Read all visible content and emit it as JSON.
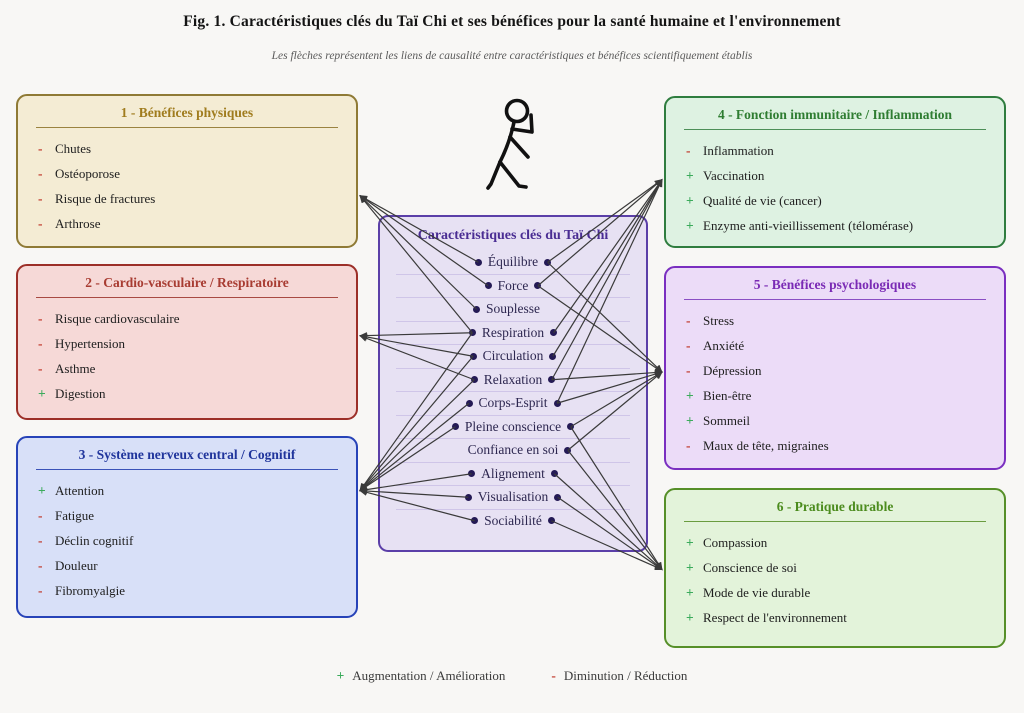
{
  "figure": {
    "title": "Fig. 1. Caractéristiques clés du Taï Chi et ses bénéfices pour la santé humaine et l'environnement",
    "subtitle": "Les flèches représentent les liens de causalité entre caractéristiques et bénéfices scientifiquement établis"
  },
  "central": {
    "title": "Caractéristiques clés du Taï Chi",
    "items": [
      {
        "id": "equilibre",
        "label": "Équilibre"
      },
      {
        "id": "force",
        "label": "Force"
      },
      {
        "id": "souplesse",
        "label": "Souplesse"
      },
      {
        "id": "respiration",
        "label": "Respiration"
      },
      {
        "id": "circulation",
        "label": "Circulation"
      },
      {
        "id": "relaxation",
        "label": "Relaxation"
      },
      {
        "id": "corps-esprit",
        "label": "Corps-Esprit"
      },
      {
        "id": "pleine-conscience",
        "label": "Pleine conscience"
      },
      {
        "id": "confiance",
        "label": "Confiance en soi"
      },
      {
        "id": "alignement",
        "label": "Alignement"
      },
      {
        "id": "visualisation",
        "label": "Visualisation"
      },
      {
        "id": "sociabilite",
        "label": "Sociabilité"
      }
    ]
  },
  "boxes": [
    {
      "id": "1",
      "title": "1 - Bénéfices physiques",
      "accent": "#a07c1e",
      "bg": "#f4ecd4",
      "border": "#8f7a35",
      "items": [
        {
          "sign": "-",
          "label": "Chutes"
        },
        {
          "sign": "-",
          "label": "Ostéoporose"
        },
        {
          "sign": "-",
          "label": "Risque de fractures"
        },
        {
          "sign": "-",
          "label": "Arthrose"
        }
      ]
    },
    {
      "id": "2",
      "title": "2 - Cardio-vasculaire / Respiratoire",
      "accent": "#a83c32",
      "bg": "#f6d9d7",
      "border": "#9c2f28",
      "items": [
        {
          "sign": "-",
          "label": "Risque cardiovasculaire"
        },
        {
          "sign": "-",
          "label": "Hypertension"
        },
        {
          "sign": "-",
          "label": "Asthme"
        },
        {
          "sign": "+",
          "label": "Digestion"
        }
      ]
    },
    {
      "id": "3",
      "title": "3 - Système nerveux central / Cognitif",
      "accent": "#20359c",
      "bg": "#d8e0f8",
      "border": "#2743b8",
      "items": [
        {
          "sign": "+",
          "label": "Attention"
        },
        {
          "sign": "-",
          "label": "Fatigue"
        },
        {
          "sign": "-",
          "label": "Déclin cognitif"
        },
        {
          "sign": "-",
          "label": "Douleur"
        },
        {
          "sign": "-",
          "label": "Fibromyalgie"
        }
      ]
    },
    {
      "id": "4",
      "title": "4 - Fonction immunitaire / Inflammation",
      "accent": "#2f7d32",
      "bg": "#def2e2",
      "border": "#2f7d3f",
      "items": [
        {
          "sign": "-",
          "label": "Inflammation"
        },
        {
          "sign": "+",
          "label": "Vaccination"
        },
        {
          "sign": "+",
          "label": "Qualité de vie (cancer)"
        },
        {
          "sign": "+",
          "label": "Enzyme anti-vieillissement (télomérase)"
        }
      ]
    },
    {
      "id": "5",
      "title": "5 - Bénéfices psychologiques",
      "accent": "#7a2bb5",
      "bg": "#ecdcf8",
      "border": "#7a2fc0",
      "items": [
        {
          "sign": "-",
          "label": "Stress"
        },
        {
          "sign": "-",
          "label": "Anxiété"
        },
        {
          "sign": "-",
          "label": "Dépression"
        },
        {
          "sign": "+",
          "label": "Bien-être"
        },
        {
          "sign": "+",
          "label": "Sommeil"
        },
        {
          "sign": "-",
          "label": "Maux de tête, migraines"
        }
      ]
    },
    {
      "id": "6",
      "title": "6 - Pratique durable",
      "accent": "#4c8c1e",
      "bg": "#e3f3da",
      "border": "#568f28",
      "items": [
        {
          "sign": "+",
          "label": "Compassion"
        },
        {
          "sign": "+",
          "label": "Conscience de soi"
        },
        {
          "sign": "+",
          "label": "Mode de vie durable"
        },
        {
          "sign": "+",
          "label": "Respect de l'environnement"
        }
      ]
    }
  ],
  "connections": [
    {
      "from": "equilibre",
      "to": "1"
    },
    {
      "from": "force",
      "to": "1"
    },
    {
      "from": "souplesse",
      "to": "1"
    },
    {
      "from": "respiration",
      "to": "1"
    },
    {
      "from": "respiration",
      "to": "2"
    },
    {
      "from": "circulation",
      "to": "2"
    },
    {
      "from": "relaxation",
      "to": "2"
    },
    {
      "from": "respiration",
      "to": "3"
    },
    {
      "from": "circulation",
      "to": "3"
    },
    {
      "from": "relaxation",
      "to": "3"
    },
    {
      "from": "corps-esprit",
      "to": "3"
    },
    {
      "from": "pleine-conscience",
      "to": "3"
    },
    {
      "from": "alignement",
      "to": "3"
    },
    {
      "from": "visualisation",
      "to": "3"
    },
    {
      "from": "sociabilite",
      "to": "3"
    },
    {
      "from": "equilibre",
      "to": "4"
    },
    {
      "from": "force",
      "to": "4"
    },
    {
      "from": "respiration",
      "to": "4"
    },
    {
      "from": "circulation",
      "to": "4"
    },
    {
      "from": "relaxation",
      "to": "4"
    },
    {
      "from": "corps-esprit",
      "to": "4"
    },
    {
      "from": "equilibre",
      "to": "5"
    },
    {
      "from": "force",
      "to": "5"
    },
    {
      "from": "relaxation",
      "to": "5"
    },
    {
      "from": "corps-esprit",
      "to": "5"
    },
    {
      "from": "pleine-conscience",
      "to": "5"
    },
    {
      "from": "confiance",
      "to": "5"
    },
    {
      "from": "pleine-conscience",
      "to": "6"
    },
    {
      "from": "confiance",
      "to": "6"
    },
    {
      "from": "alignement",
      "to": "6"
    },
    {
      "from": "visualisation",
      "to": "6"
    },
    {
      "from": "sociabilite",
      "to": "6"
    }
  ],
  "legend": {
    "plus_symbol": "+",
    "plus_label": "Augmentation / Amélioration",
    "minus_symbol": "-",
    "minus_label": "Diminution / Réduction"
  },
  "colors": {
    "plus": "#3cab5c",
    "minus": "#c0392b",
    "line": "#3a3a3a",
    "page_bg": "#f8f7f5",
    "central_bg": "#e7e1f3",
    "central_border": "#5b3fa8"
  }
}
